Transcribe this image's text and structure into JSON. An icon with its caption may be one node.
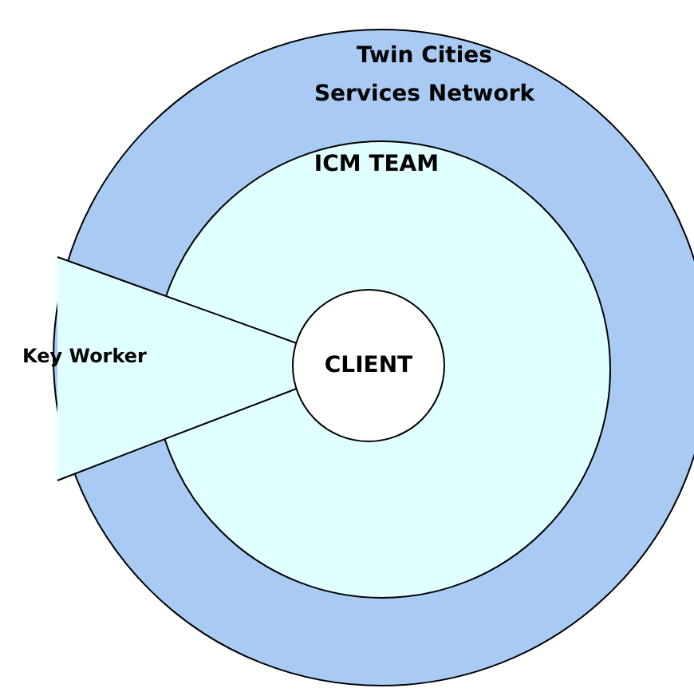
{
  "diagram": {
    "nodes": [
      {
        "text": [
          "Twin Cities Services Network"
        ]
      },
      {
        "text": [
          "ICM TEAM"
        ],
        "in": 0
      },
      {
        "text": [
          "CLIENT"
        ],
        "in": 1
      },
      {
        "text": [
          "Key Worker"
        ],
        "in": 0
      }
    ]
  }
}
